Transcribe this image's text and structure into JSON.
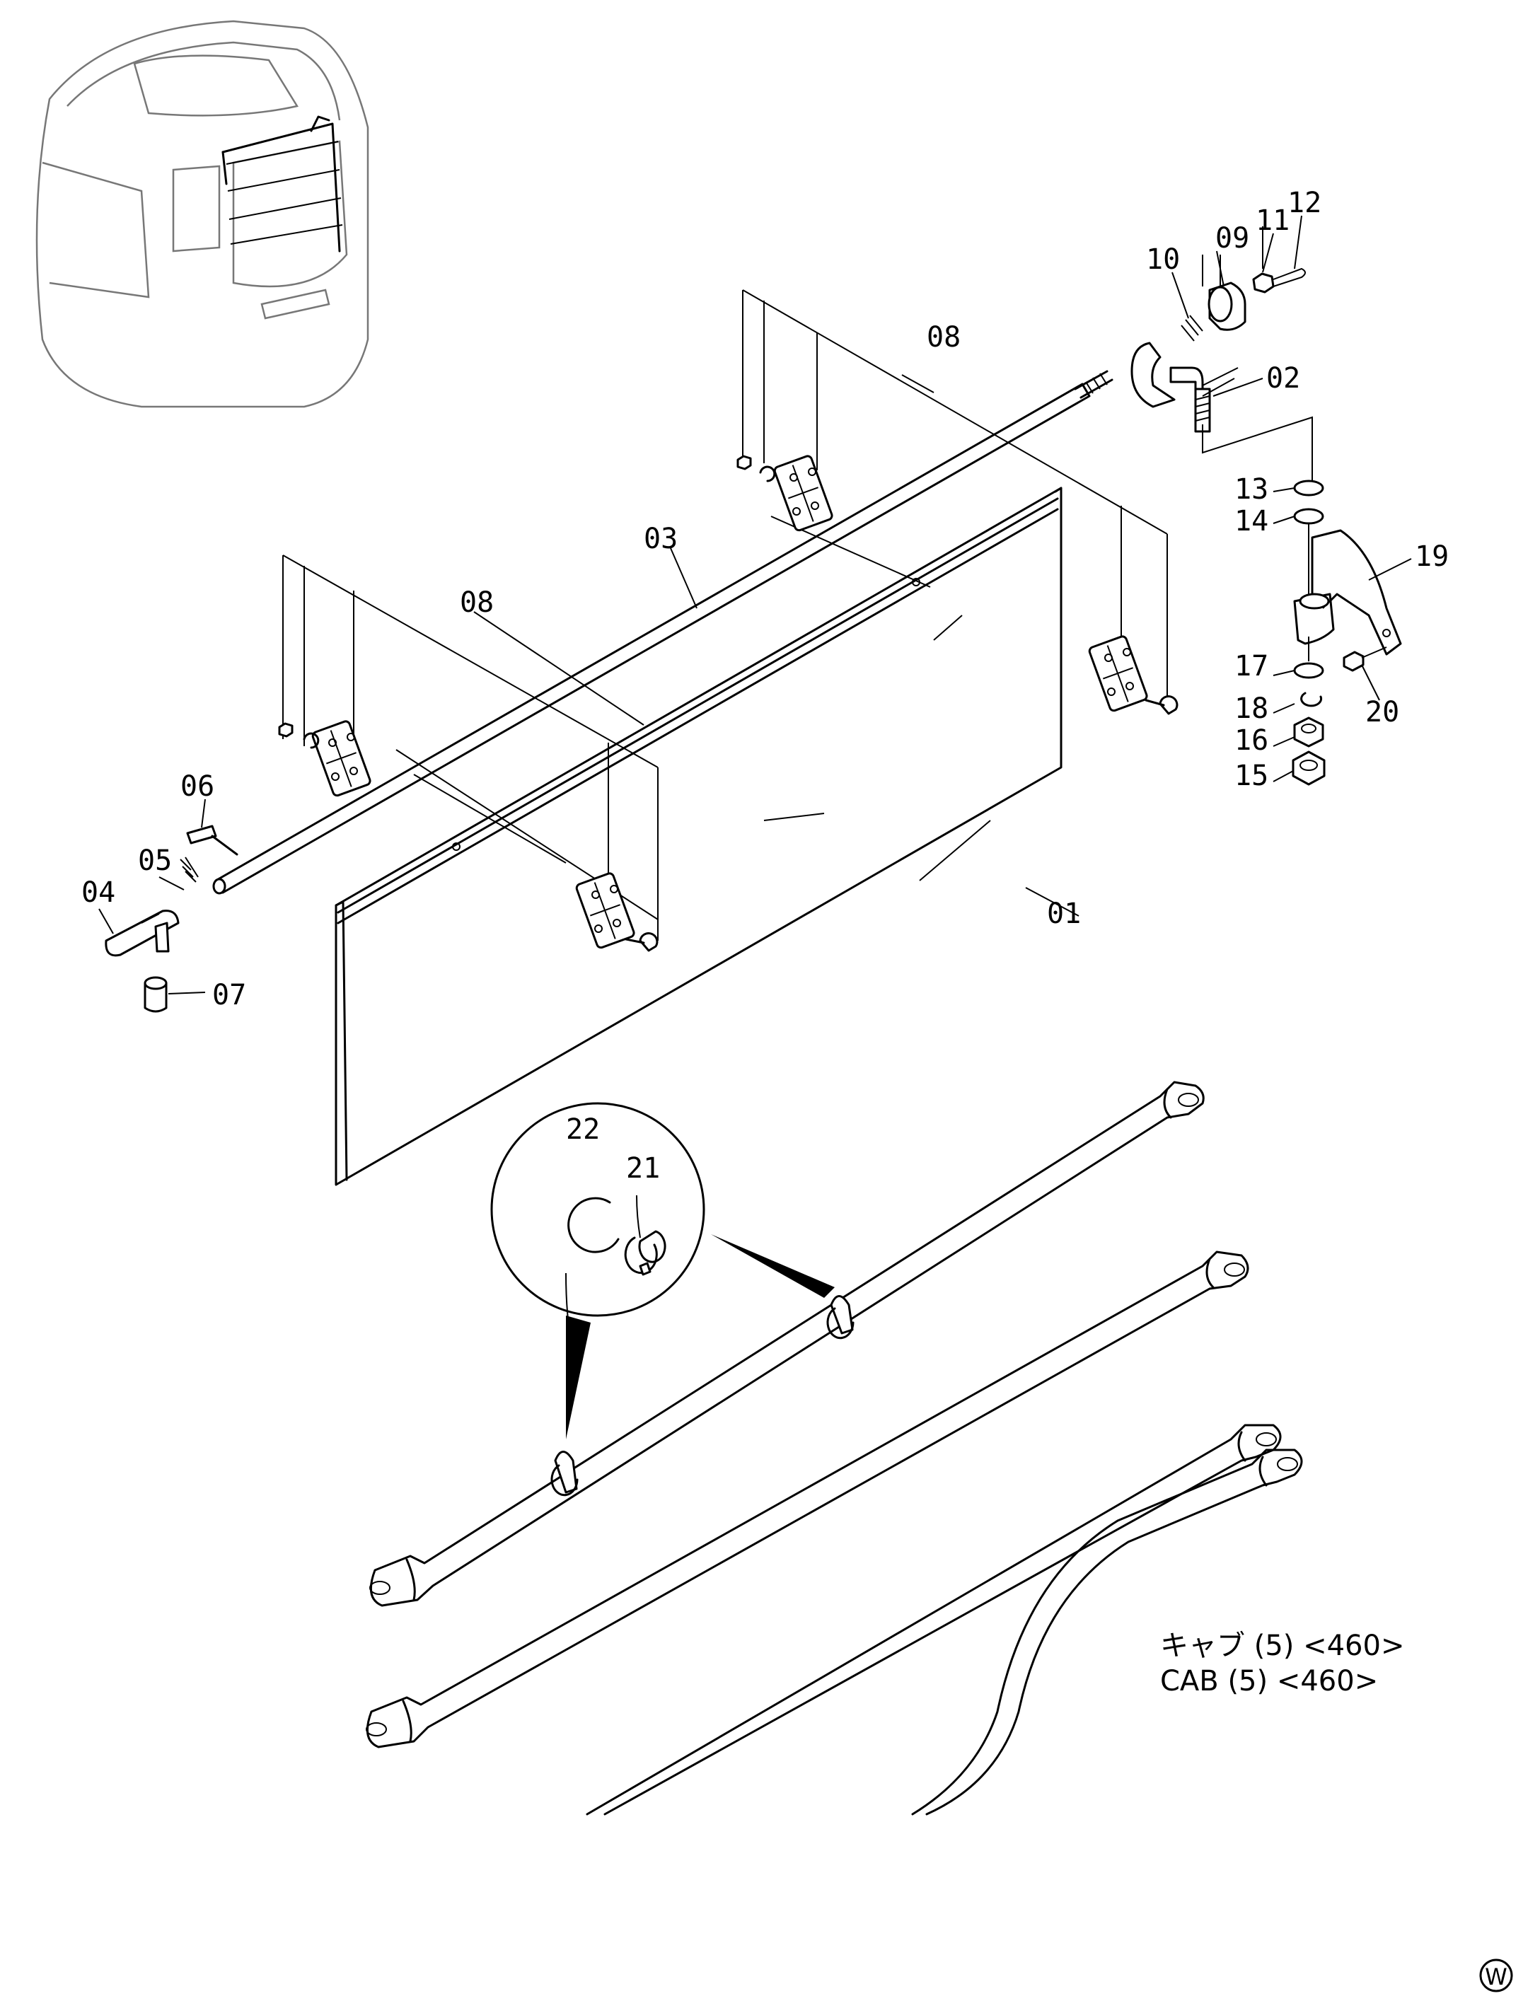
{
  "caption": {
    "japanese": "キャブ (5) <460>",
    "english": "CAB (5) <460>"
  },
  "corner_mark": "W",
  "parts": [
    {
      "id": "p01",
      "number": "01"
    },
    {
      "id": "p02",
      "number": "02"
    },
    {
      "id": "p03",
      "number": "03"
    },
    {
      "id": "p04",
      "number": "04"
    },
    {
      "id": "p05",
      "number": "05"
    },
    {
      "id": "p06",
      "number": "06"
    },
    {
      "id": "p07",
      "number": "07"
    },
    {
      "id": "p08a",
      "number": "08"
    },
    {
      "id": "p08b",
      "number": "08"
    },
    {
      "id": "p09",
      "number": "09"
    },
    {
      "id": "p10",
      "number": "10"
    },
    {
      "id": "p11",
      "number": "11"
    },
    {
      "id": "p12",
      "number": "12"
    },
    {
      "id": "p13",
      "number": "13"
    },
    {
      "id": "p14",
      "number": "14"
    },
    {
      "id": "p15",
      "number": "15"
    },
    {
      "id": "p16",
      "number": "16"
    },
    {
      "id": "p17",
      "number": "17"
    },
    {
      "id": "p18",
      "number": "18"
    },
    {
      "id": "p19",
      "number": "19"
    },
    {
      "id": "p20",
      "number": "20"
    },
    {
      "id": "p21",
      "number": "21"
    },
    {
      "id": "p22",
      "number": "22"
    }
  ]
}
